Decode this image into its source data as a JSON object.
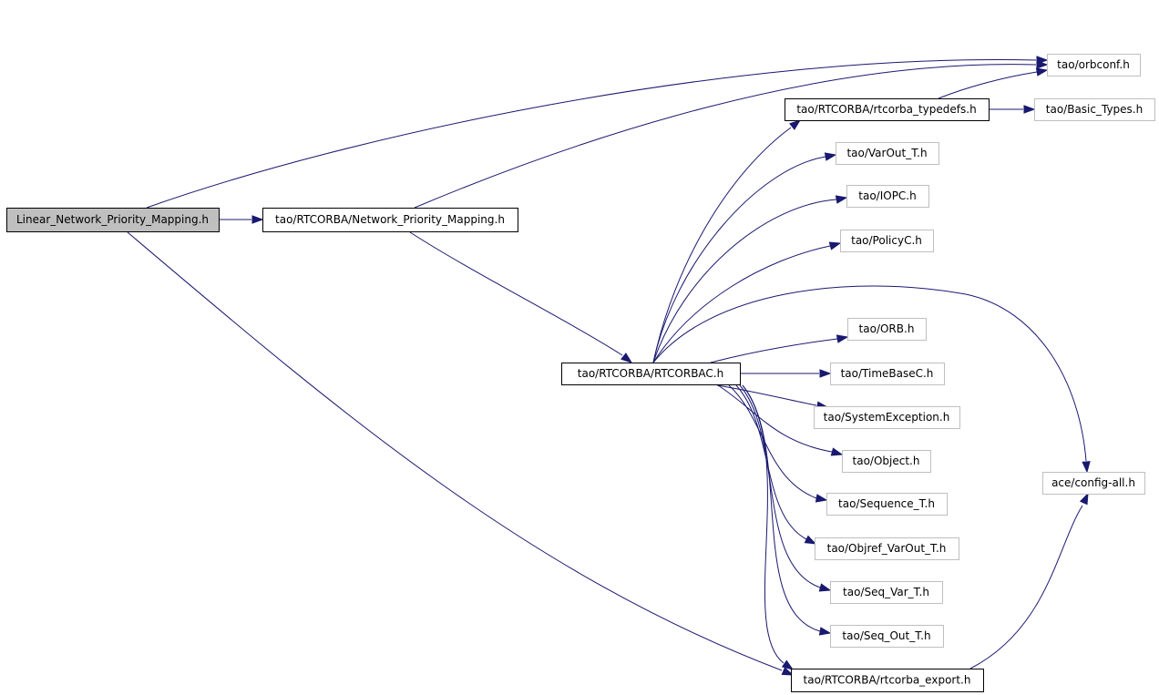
{
  "diagram": {
    "nodes": [
      {
        "id": "linear",
        "label": "Linear_Network_Priority_Mapping.h",
        "style": "root"
      },
      {
        "id": "npm",
        "label": "tao/RTCORBA/Network_Priority_Mapping.h",
        "style": "normal"
      },
      {
        "id": "rtcorbac",
        "label": "tao/RTCORBA/RTCORBAC.h",
        "style": "normal"
      },
      {
        "id": "typedefs",
        "label": "tao/RTCORBA/rtcorba_typedefs.h",
        "style": "normal"
      },
      {
        "id": "export",
        "label": "tao/RTCORBA/rtcorba_export.h",
        "style": "normal"
      },
      {
        "id": "orbconf",
        "label": "tao/orbconf.h",
        "style": "ext"
      },
      {
        "id": "basic",
        "label": "tao/Basic_Types.h",
        "style": "ext"
      },
      {
        "id": "varout",
        "label": "tao/VarOut_T.h",
        "style": "ext"
      },
      {
        "id": "iopc",
        "label": "tao/IOPC.h",
        "style": "ext"
      },
      {
        "id": "policyc",
        "label": "tao/PolicyC.h",
        "style": "ext"
      },
      {
        "id": "orb",
        "label": "tao/ORB.h",
        "style": "ext"
      },
      {
        "id": "timebase",
        "label": "tao/TimeBaseC.h",
        "style": "ext"
      },
      {
        "id": "sysexc",
        "label": "tao/SystemException.h",
        "style": "ext"
      },
      {
        "id": "object",
        "label": "tao/Object.h",
        "style": "ext"
      },
      {
        "id": "seq",
        "label": "tao/Sequence_T.h",
        "style": "ext"
      },
      {
        "id": "objref",
        "label": "tao/Objref_VarOut_T.h",
        "style": "ext"
      },
      {
        "id": "seqvar",
        "label": "tao/Seq_Var_T.h",
        "style": "ext"
      },
      {
        "id": "seqout",
        "label": "tao/Seq_Out_T.h",
        "style": "ext"
      },
      {
        "id": "config",
        "label": "ace/config-all.h",
        "style": "ext"
      }
    ],
    "edges": [
      {
        "from": "linear",
        "to": "npm"
      },
      {
        "from": "linear",
        "to": "orbconf"
      },
      {
        "from": "linear",
        "to": "export"
      },
      {
        "from": "npm",
        "to": "orbconf"
      },
      {
        "from": "npm",
        "to": "rtcorbac"
      },
      {
        "from": "typedefs",
        "to": "orbconf"
      },
      {
        "from": "typedefs",
        "to": "basic"
      },
      {
        "from": "rtcorbac",
        "to": "typedefs"
      },
      {
        "from": "rtcorbac",
        "to": "varout"
      },
      {
        "from": "rtcorbac",
        "to": "iopc"
      },
      {
        "from": "rtcorbac",
        "to": "policyc"
      },
      {
        "from": "rtcorbac",
        "to": "config"
      },
      {
        "from": "rtcorbac",
        "to": "orb"
      },
      {
        "from": "rtcorbac",
        "to": "timebase"
      },
      {
        "from": "rtcorbac",
        "to": "sysexc"
      },
      {
        "from": "rtcorbac",
        "to": "object"
      },
      {
        "from": "rtcorbac",
        "to": "seq"
      },
      {
        "from": "rtcorbac",
        "to": "objref"
      },
      {
        "from": "rtcorbac",
        "to": "seqvar"
      },
      {
        "from": "rtcorbac",
        "to": "seqout"
      },
      {
        "from": "rtcorbac",
        "to": "export"
      },
      {
        "from": "export",
        "to": "config"
      }
    ]
  }
}
